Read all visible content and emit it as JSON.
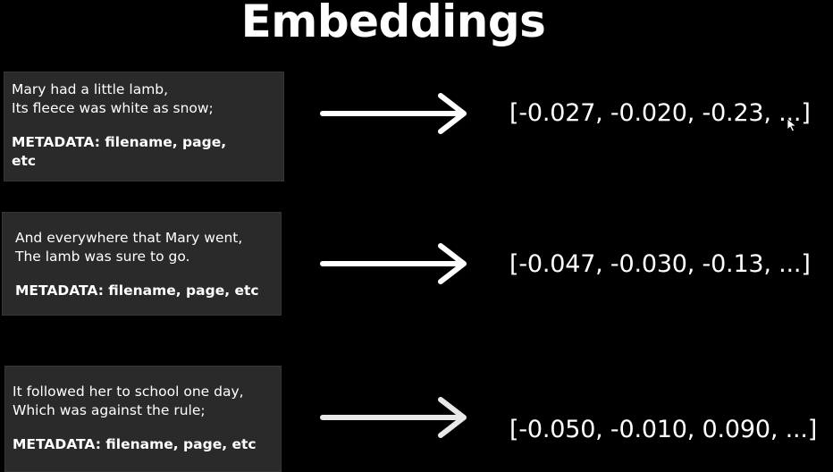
{
  "title": "Embeddings",
  "colors": {
    "background": "#000000",
    "card_background": "#2a2a2a",
    "text": "#ffffff"
  },
  "icons": {
    "arrow": "right-arrow-icon",
    "cursor": "mouse-pointer-icon"
  },
  "rows": [
    {
      "text_line_1": "Mary had a little lamb,",
      "text_line_2": "Its fleece was white as snow;",
      "metadata": "METADATA: filename, page, etc",
      "vector": "[-0.027, -0.020, -0.23, ...]"
    },
    {
      "text_line_1": "And everywhere that Mary went,",
      "text_line_2": "The lamb was sure to go.",
      "metadata": "METADATA: filename, page, etc",
      "vector": "[-0.047, -0.030, -0.13, ...]"
    },
    {
      "text_line_1": "It followed her to school one day,",
      "text_line_2": "Which was against the rule;",
      "metadata": "METADATA: filename, page, etc",
      "vector": "[-0.050, -0.010, 0.090, ...]"
    }
  ]
}
